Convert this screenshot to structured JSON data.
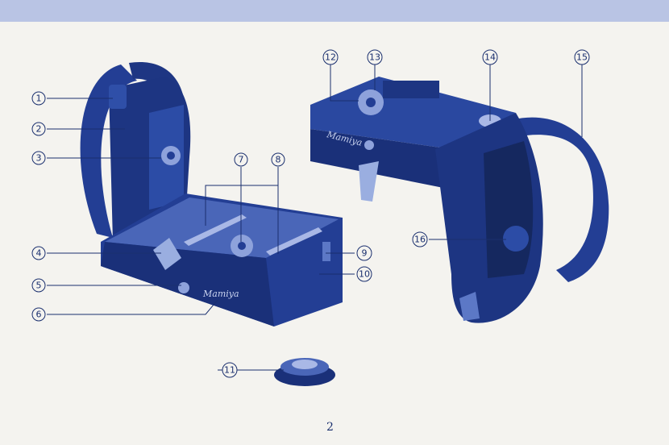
{
  "page": {
    "number": "2"
  },
  "brand_text": "Mamiya",
  "colors": {
    "band": "#b9c4e4",
    "ink": "#1a2f6e",
    "body_blue": "#233e94",
    "dark_blue": "#15285f",
    "paper": "#f4f3ef"
  },
  "callouts": [
    "1",
    "2",
    "3",
    "4",
    "5",
    "6",
    "7",
    "8",
    "9",
    "10",
    "11",
    "12",
    "13",
    "14",
    "15",
    "16"
  ]
}
